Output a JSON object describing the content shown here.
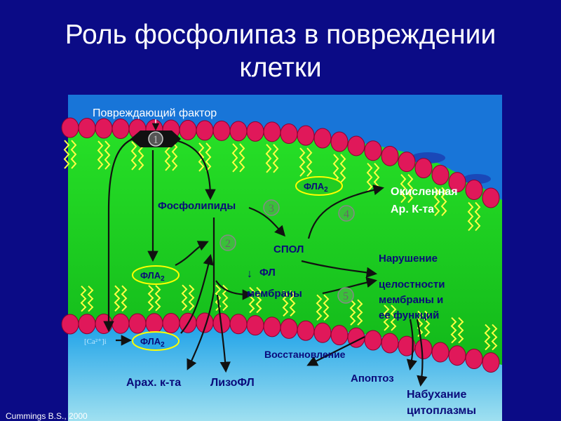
{
  "title": {
    "line1": "Роль фосфолипаз в повреждении",
    "line2": "клетки"
  },
  "labels": {
    "damaging_factor": "Повреждающий фактор",
    "phospholipids": "Фосфолипиды",
    "spol": "СПОЛ",
    "fl_arrow": "↓",
    "fl": "ФЛ",
    "membranes": "мембраны",
    "oxidized_line1": "Окисленная",
    "oxidized_line2": "Ар. К-та",
    "disruption_line1": "Нарушение",
    "disruption_line2": "целостности",
    "disruption_line3": "мембраны и",
    "disruption_line4": "ее функций",
    "restoration": "Восстановление",
    "apoptosis": "Апоптоз",
    "swelling_line1": "Набухание",
    "swelling_line2": "цитоплазмы",
    "arach_acid": "Арах. к-та",
    "lysofl": "ЛизоФЛ",
    "calcium": "[Ca²⁺]i"
  },
  "enzymes": {
    "fla2_base": "ФЛА",
    "fla2_sub": "2"
  },
  "steps": [
    "1",
    "2",
    "3",
    "4",
    "5"
  ],
  "credit": "Cummings B.S., 2000",
  "colors": {
    "background": "#0b0b86",
    "cytoplasm": "#1fd81f",
    "extracellular": "#1e90e6",
    "phospholipid_head": "#e0185a",
    "lipid_tail": "#ffff33",
    "enzyme_outline": "#ffff00"
  }
}
